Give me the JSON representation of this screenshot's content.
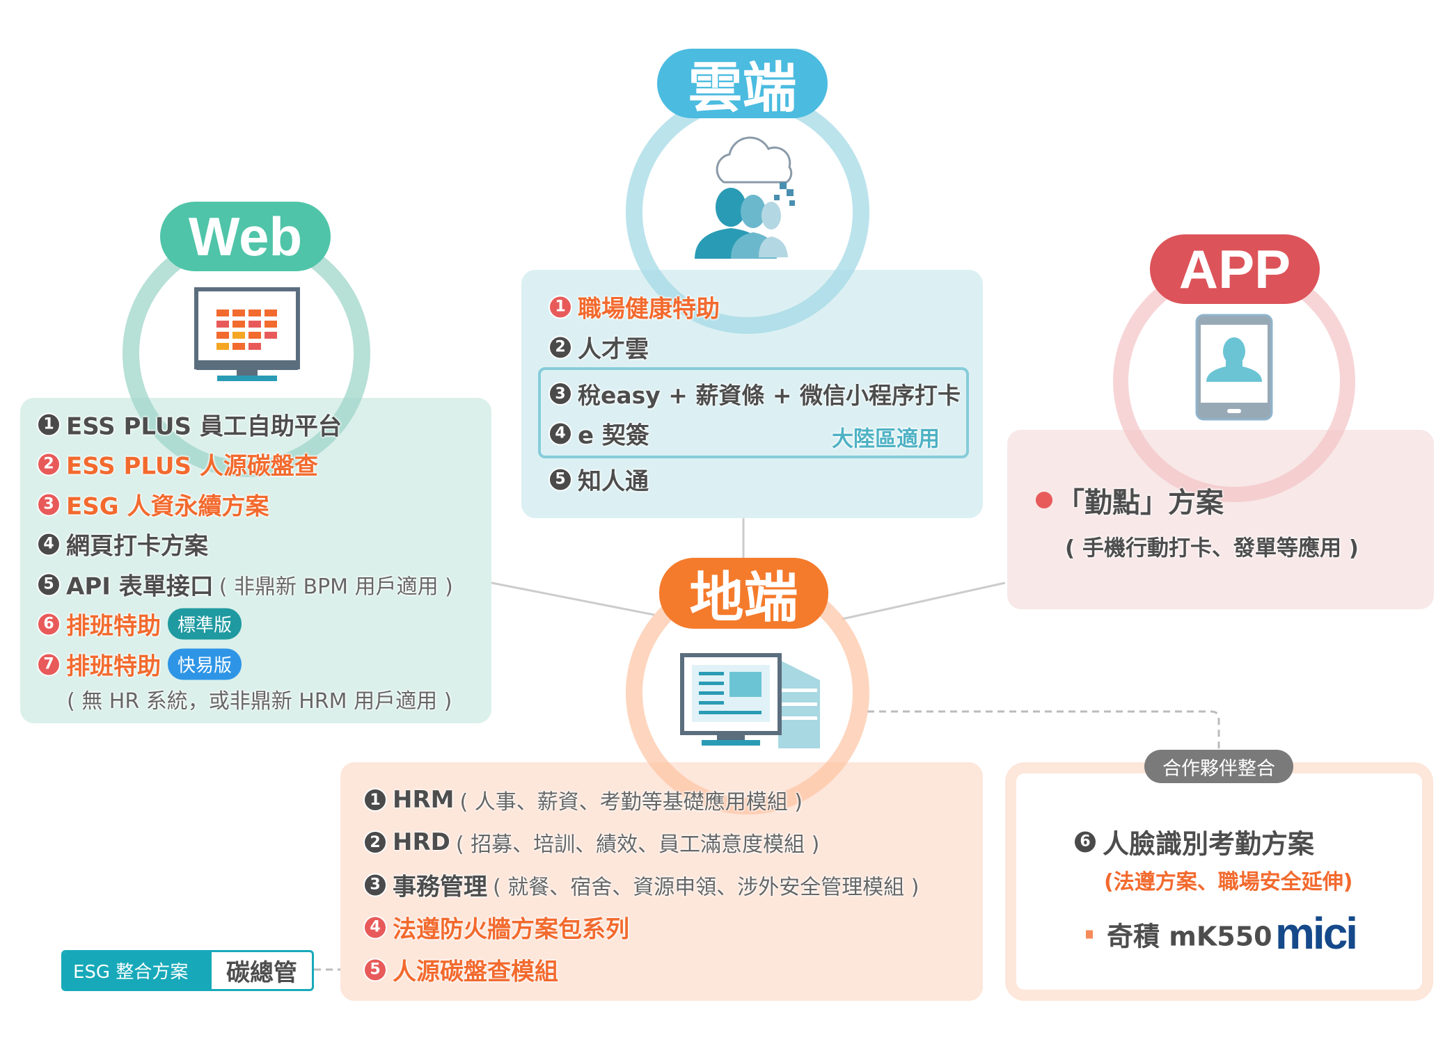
{
  "colors": {
    "web": "#4fc4a8",
    "cloud": "#4bbbe0",
    "app": "#dc5359",
    "ground": "#f47b2c",
    "text": "#4d4d4d",
    "highlight": "#f26a2e"
  },
  "web": {
    "title": "Web",
    "items": [
      {
        "n": "1",
        "text": "ESS PLUS 員工自助平台",
        "hl": false
      },
      {
        "n": "2",
        "text": "ESS PLUS 人源碳盤查",
        "hl": true
      },
      {
        "n": "3",
        "text": "ESG 人資永續方案",
        "hl": true
      },
      {
        "n": "4",
        "text": "網頁打卡方案",
        "hl": false
      },
      {
        "n": "5",
        "text": "API 表單接口",
        "note": "( 非鼎新 BPM 用戶適用 )",
        "hl": false
      },
      {
        "n": "6",
        "text": "排班特助",
        "badge": "標準版",
        "hl": true
      },
      {
        "n": "7",
        "text": "排班特助",
        "badge": "快易版",
        "hl": true
      }
    ],
    "footnote": "( 無 HR 系統，或非鼎新 HRM 用戶適用 )"
  },
  "cloud": {
    "title": "雲端",
    "items": [
      {
        "n": "1",
        "text": "職場健康特助"
      },
      {
        "n": "2",
        "text": "人才雲"
      },
      {
        "n": "3",
        "text": "稅easy + 薪資條 + 微信小程序打卡"
      },
      {
        "n": "4",
        "text": "e 契簽"
      },
      {
        "n": "5",
        "text": "知人通"
      }
    ],
    "region_note": "大陸區適用"
  },
  "app": {
    "title": "APP",
    "item": "「勤點」方案",
    "note": "( 手機行動打卡、發單等應用 )"
  },
  "ground": {
    "title": "地端",
    "items": [
      {
        "n": "1",
        "text": "HRM",
        "note": "( 人事、薪資、考勤等基礎應用模組 )"
      },
      {
        "n": "2",
        "text": "HRD",
        "note": "( 招募、培訓、績效、員工滿意度模組 )"
      },
      {
        "n": "3",
        "text": "事務管理",
        "note": "( 就餐、宿舍、資源申領、涉外安全管理模組 )"
      },
      {
        "n": "4",
        "text": "法遵防火牆方案包系列"
      },
      {
        "n": "5",
        "text": "人源碳盤查模組"
      }
    ]
  },
  "partner": {
    "badge": "合作夥伴整合",
    "n": "6",
    "title": "人臉識別考勤方案",
    "note": "(法遵方案、職場安全延伸)",
    "product": "奇積 mK550",
    "logo": "mici"
  },
  "esg": {
    "label": "ESG 整合方案",
    "value": "碳總管"
  }
}
